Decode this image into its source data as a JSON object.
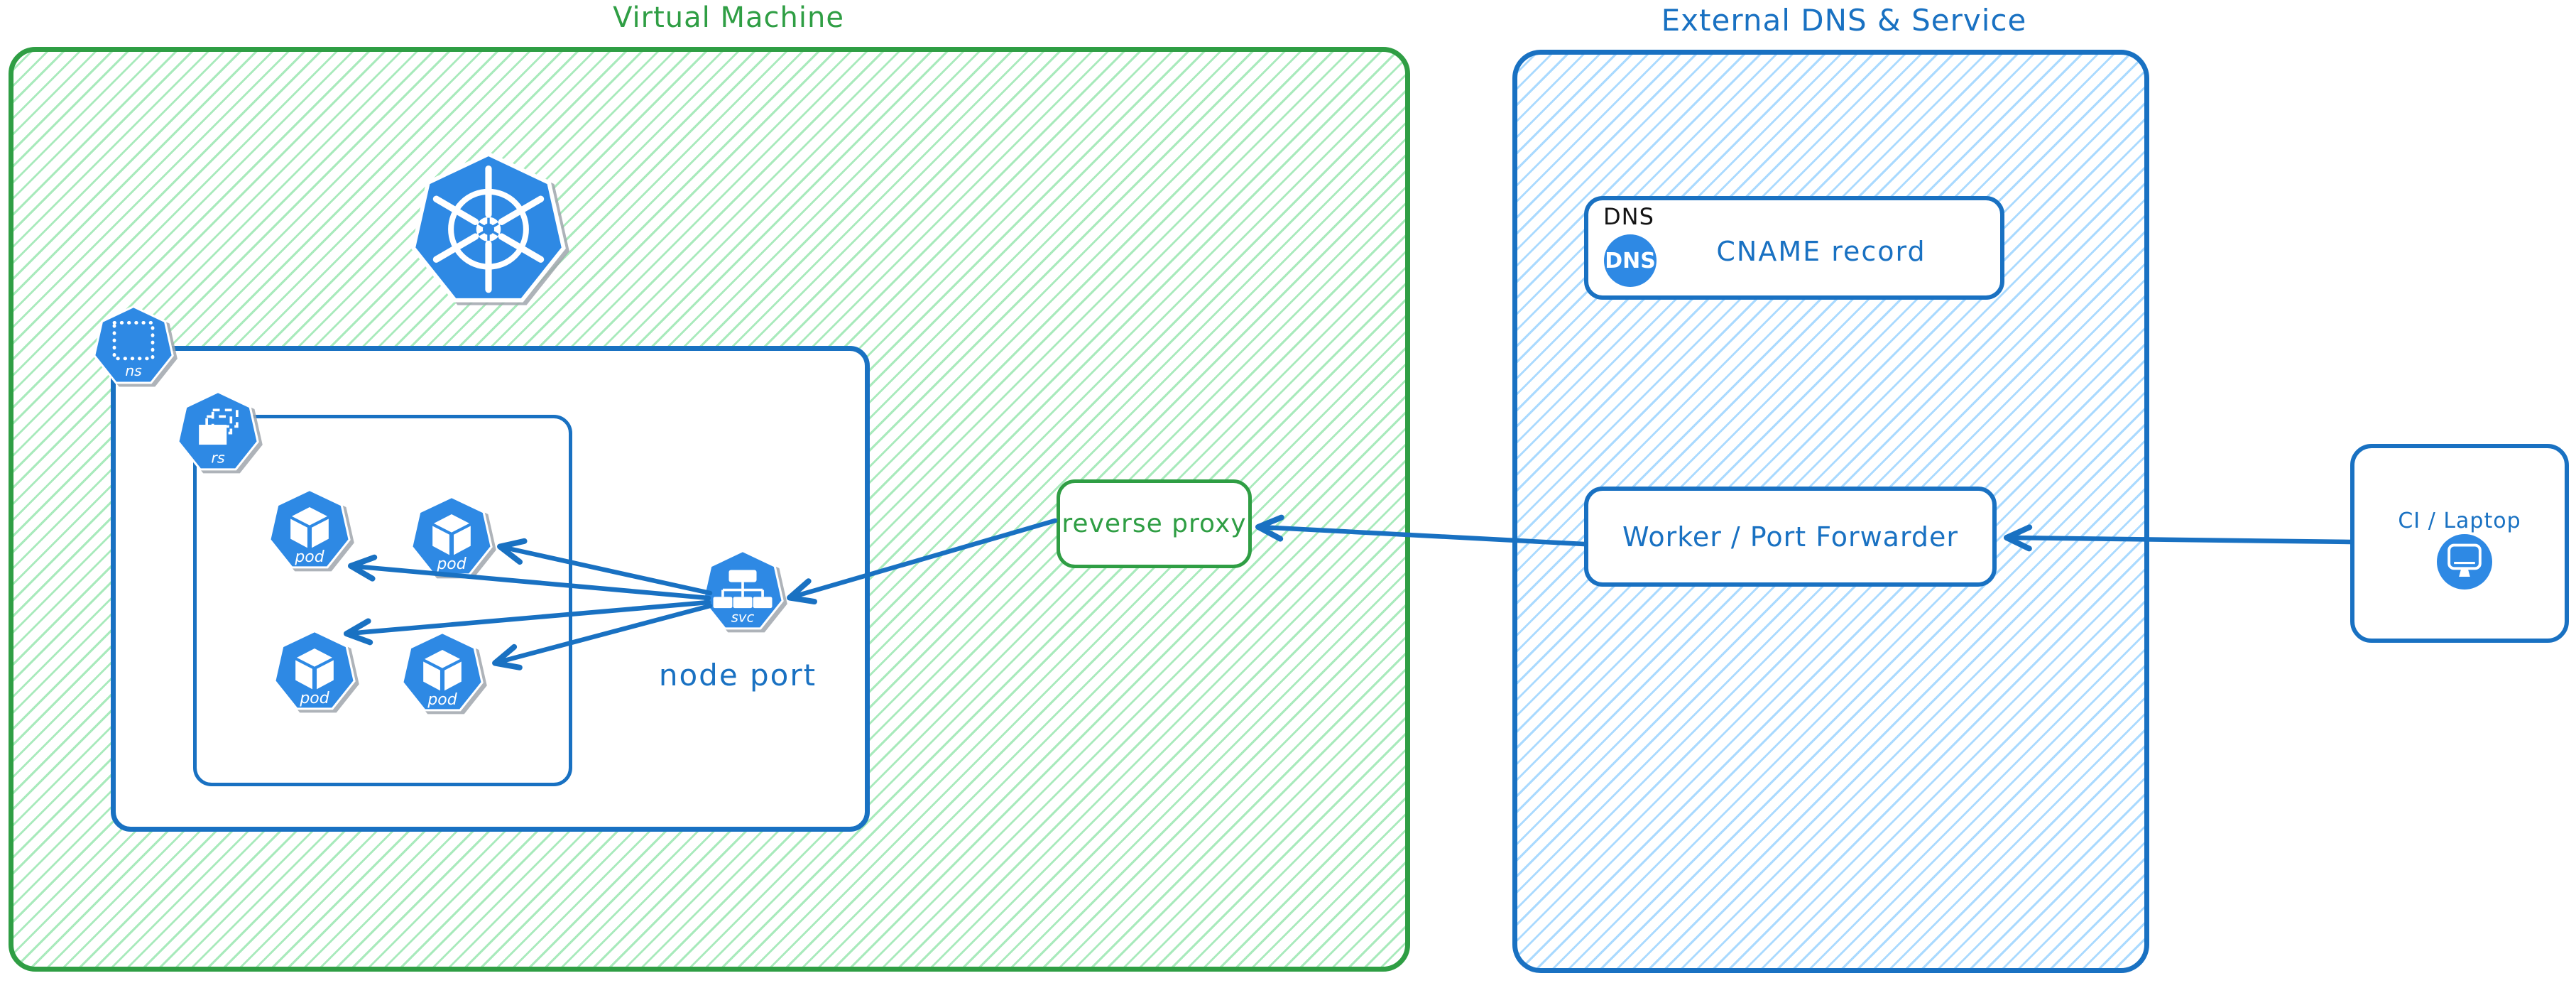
{
  "vm": {
    "title": "Virtual Machine"
  },
  "external": {
    "title": "External DNS & Service"
  },
  "kubernetes": {
    "logo": "kubernetes"
  },
  "namespace": {
    "badge": "ns"
  },
  "replicaset": {
    "badge": "rs"
  },
  "pods": [
    {
      "label": "pod"
    },
    {
      "label": "pod"
    },
    {
      "label": "pod"
    },
    {
      "label": "pod"
    }
  ],
  "service": {
    "badge": "svc",
    "caption": "node port"
  },
  "reverse_proxy": {
    "label": "reverse proxy"
  },
  "dns": {
    "tag": "DNS",
    "badge": "DNS",
    "label": "CNAME record"
  },
  "worker": {
    "label": "Worker / Port Forwarder"
  },
  "ci": {
    "label": "CI / Laptop"
  },
  "edges": [
    {
      "from": "ci-laptop",
      "to": "worker-port-forwarder"
    },
    {
      "from": "worker-port-forwarder",
      "to": "reverse-proxy"
    },
    {
      "from": "reverse-proxy",
      "to": "node-port-service"
    },
    {
      "from": "node-port-service",
      "to": "pod-top-left"
    },
    {
      "from": "node-port-service",
      "to": "pod-top-right"
    },
    {
      "from": "node-port-service",
      "to": "pod-bottom-left"
    },
    {
      "from": "node-port-service",
      "to": "pod-bottom-right"
    }
  ],
  "colors": {
    "green": "#2f9e44",
    "green_hatch": "#a4e9b8",
    "blue": "#1971c2",
    "blue_hatch": "#a5d8ff",
    "icon_blue": "#2e89e4",
    "black": "#141414"
  }
}
